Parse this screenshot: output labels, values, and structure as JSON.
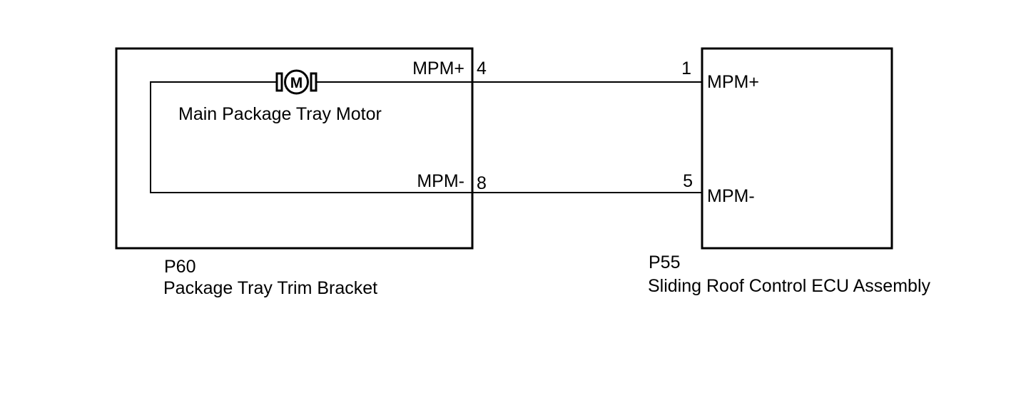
{
  "connectors": {
    "left": {
      "code": "P60",
      "name": "Package Tray Trim Bracket",
      "pins": {
        "plus": {
          "number": "4",
          "signal": "MPM+"
        },
        "minus": {
          "number": "8",
          "signal": "MPM-"
        }
      }
    },
    "right": {
      "code": "P55",
      "name": "Sliding Roof Control ECU Assembly",
      "pins": {
        "plus": {
          "number": "1",
          "signal": "MPM+"
        },
        "minus": {
          "number": "5",
          "signal": "MPM-"
        }
      }
    }
  },
  "motor": {
    "symbol": "M",
    "label": "Main Package Tray Motor",
    "icon": "motor-icon"
  }
}
